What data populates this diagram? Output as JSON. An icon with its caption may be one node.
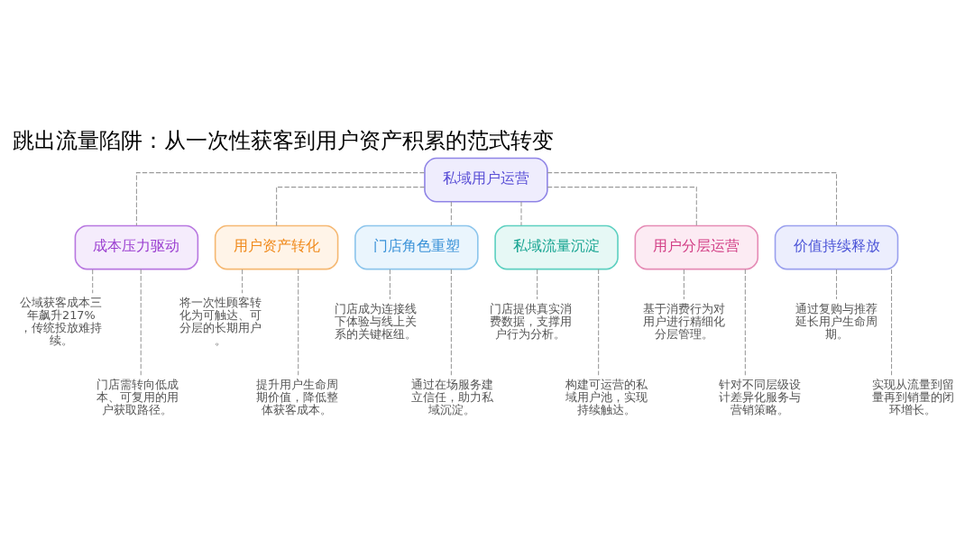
{
  "diagram": {
    "title": "跳出流量陷阱：从一次性获客到用户资产积累的范式转变",
    "nodes": [
      {
        "text": [
          "私域用户运营"
        ]
      },
      {
        "text": [
          "成本压力驱动"
        ]
      },
      {
        "text": [
          "用户资产转化"
        ]
      },
      {
        "text": [
          "门店角色重塑"
        ]
      },
      {
        "text": [
          "私域流量沉淀"
        ]
      },
      {
        "text": [
          "用户分层运营"
        ]
      },
      {
        "text": [
          "价值持续释放"
        ]
      },
      {
        "text": [
          "公域获客成本三年飙升217%，传统投放难持续。"
        ]
      },
      {
        "text": [
          "门店需转向低成本、可复用的用户获取路径。"
        ]
      },
      {
        "text": [
          "将一次性顾客转化为可触达、可分层的长期用户。"
        ]
      },
      {
        "text": [
          "提升用户生命周期价值，降低整体获客成本。"
        ]
      },
      {
        "text": [
          "门店成为连接线下体验与线上关系的关键枢纽。"
        ]
      },
      {
        "text": [
          "通过在场服务建立信任，助力私域沉淀。"
        ]
      },
      {
        "text": [
          "门店提供真实消费数据，支撑用户行为分析。"
        ]
      },
      {
        "text": [
          "构建可运营的私域用户池，实现持续触达。"
        ]
      },
      {
        "text": [
          "基于消费行为对用户进行精细化分层管理。"
        ]
      },
      {
        "text": [
          "针对不同层级设计差异化服务与营销策略。"
        ]
      },
      {
        "text": [
          "通过复购与推荐延长用户生命周期。"
        ]
      },
      {
        "text": [
          "实现从流量到留量再到销量的闭环增长。"
        ]
      }
    ],
    "edges": [
      {
        "from": 0,
        "to": 1,
        "arrow": "none",
        "style": "dashed"
      },
      {
        "from": 0,
        "to": 2,
        "arrow": "none",
        "style": "dashed"
      },
      {
        "from": 0,
        "to": 3,
        "arrow": "none",
        "style": "dashed"
      },
      {
        "from": 0,
        "to": 4,
        "arrow": "none",
        "style": "dashed"
      },
      {
        "from": 0,
        "to": 5,
        "arrow": "none",
        "style": "dashed"
      },
      {
        "from": 0,
        "to": 6,
        "arrow": "none",
        "style": "dashed"
      },
      {
        "from": 1,
        "to": 7,
        "arrow": "none",
        "style": "dashed"
      },
      {
        "from": 1,
        "to": 8,
        "arrow": "none",
        "style": "dashed"
      },
      {
        "from": 2,
        "to": 9,
        "arrow": "none",
        "style": "dashed"
      },
      {
        "from": 2,
        "to": 10,
        "arrow": "none",
        "style": "dashed"
      },
      {
        "from": 3,
        "to": 11,
        "arrow": "none",
        "style": "dashed"
      },
      {
        "from": 3,
        "to": 12,
        "arrow": "none",
        "style": "dashed"
      },
      {
        "from": 4,
        "to": 13,
        "arrow": "none",
        "style": "dashed"
      },
      {
        "from": 4,
        "to": 14,
        "arrow": "none",
        "style": "dashed"
      },
      {
        "from": 5,
        "to": 15,
        "arrow": "none",
        "style": "dashed"
      },
      {
        "from": 5,
        "to": 16,
        "arrow": "none",
        "style": "dashed"
      },
      {
        "from": 6,
        "to": 17,
        "arrow": "none",
        "style": "dashed"
      },
      {
        "from": 6,
        "to": 18,
        "arrow": "none",
        "style": "dashed"
      }
    ]
  }
}
